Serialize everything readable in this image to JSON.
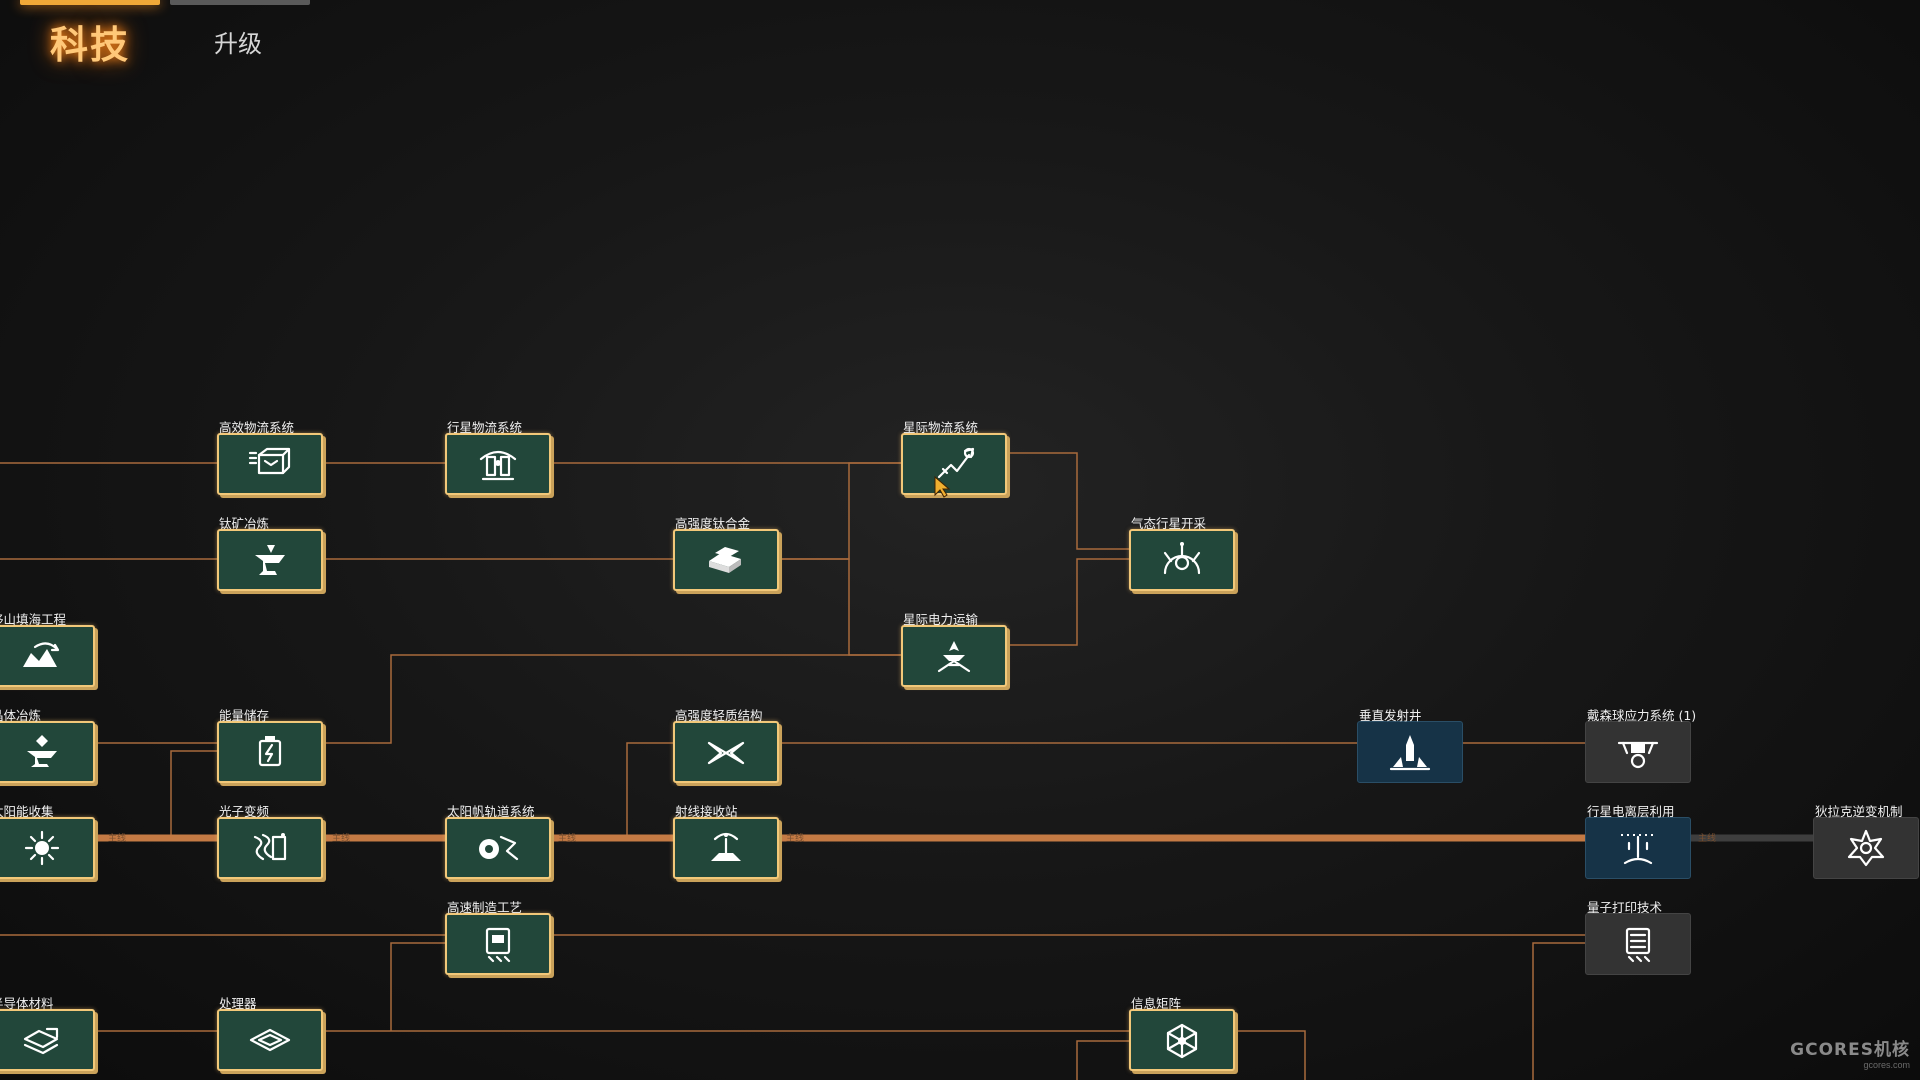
{
  "tabs": [
    {
      "label": "科技",
      "active": true
    },
    {
      "label": "升级",
      "active": false
    }
  ],
  "tree": {
    "mainline_tag": "主线",
    "colors": {
      "link": "#a86a3c",
      "mainline": "#c47a44",
      "mainline_locked": "#3e3e3e",
      "done_border": "#f2c879",
      "done_fill": "#22473a"
    },
    "nodes": [
      {
        "id": "hl",
        "label": "高效物流系统",
        "status": "done",
        "icon": "logistics-icon"
      },
      {
        "id": "pl",
        "label": "行星物流系统",
        "status": "done",
        "icon": "planetary-logistics-icon"
      },
      {
        "id": "il",
        "label": "星际物流系统",
        "status": "done",
        "icon": "interstellar-logistics-icon"
      },
      {
        "id": "ti",
        "label": "钛矿冶炼",
        "status": "done",
        "icon": "anvil-icon"
      },
      {
        "id": "ta",
        "label": "高强度钛合金",
        "status": "done",
        "icon": "ingot-stack-icon"
      },
      {
        "id": "gg",
        "label": "气态行星开采",
        "status": "done",
        "icon": "gas-giant-mining-icon"
      },
      {
        "id": "ts",
        "label": "移山填海工程",
        "status": "done",
        "icon": "terraform-icon"
      },
      {
        "id": "ip",
        "label": "星际电力运输",
        "status": "done",
        "icon": "power-transfer-icon"
      },
      {
        "id": "cs",
        "label": "晶体冶炼",
        "status": "done",
        "icon": "crystal-anvil-icon"
      },
      {
        "id": "es",
        "label": "能量储存",
        "status": "done",
        "icon": "battery-icon"
      },
      {
        "id": "lw",
        "label": "高强度轻质结构",
        "status": "done",
        "icon": "frame-structure-icon"
      },
      {
        "id": "vl",
        "label": "垂直发射井",
        "status": "ready",
        "icon": "launch-silo-icon"
      },
      {
        "id": "ds",
        "label": "戴森球应力系统 (1)",
        "status": "locked",
        "icon": "dyson-stress-icon"
      },
      {
        "id": "sc",
        "label": "太阳能收集",
        "status": "done",
        "icon": "sun-icon"
      },
      {
        "id": "ph",
        "label": "光子变频",
        "status": "done",
        "icon": "photon-icon"
      },
      {
        "id": "so",
        "label": "太阳帆轨道系统",
        "status": "done",
        "icon": "solar-sail-icon"
      },
      {
        "id": "rr",
        "label": "射线接收站",
        "status": "done",
        "icon": "ray-receiver-icon"
      },
      {
        "id": "pi",
        "label": "行星电离层利用",
        "status": "ready",
        "icon": "ionosphere-icon"
      },
      {
        "id": "dr",
        "label": "狄拉克逆变机制",
        "status": "locked",
        "icon": "dirac-icon"
      },
      {
        "id": "hs",
        "label": "高速制造工艺",
        "status": "done",
        "icon": "assembler-icon"
      },
      {
        "id": "qp",
        "label": "量子打印技术",
        "status": "locked",
        "icon": "quantum-printer-icon"
      },
      {
        "id": "sm",
        "label": "半导体材料",
        "status": "done",
        "icon": "chip-stack-icon"
      },
      {
        "id": "pr",
        "label": "处理器",
        "status": "done",
        "icon": "processor-icon"
      },
      {
        "id": "im",
        "label": "信息矩阵",
        "status": "done",
        "icon": "matrix-icon"
      }
    ]
  },
  "watermark": {
    "main": "GCORES机核",
    "sub": "gcores.com"
  }
}
